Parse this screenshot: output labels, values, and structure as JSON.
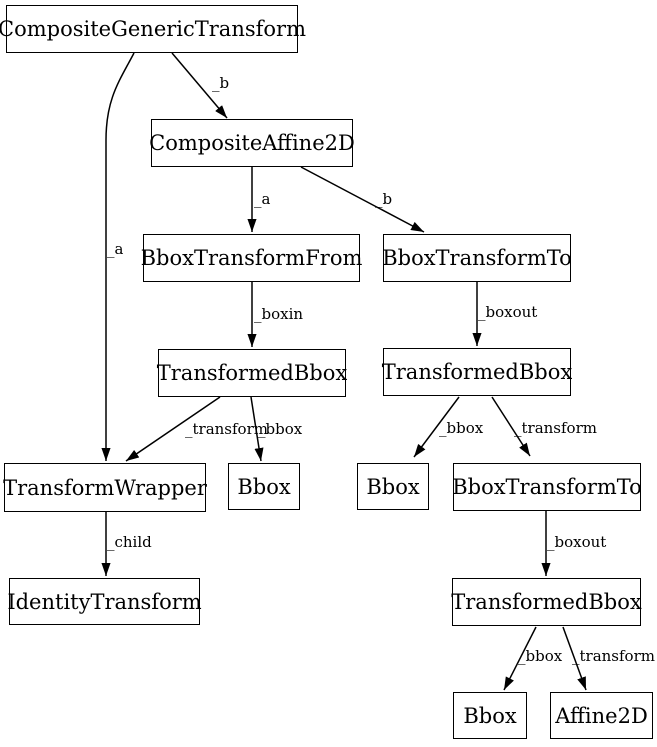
{
  "diagram": {
    "type": "directed-graph",
    "background_color": "#ffffff",
    "stroke_color": "#000000",
    "text_color": "#000000",
    "nodes": [
      {
        "label": "CompositeGenericTransform"
      },
      {
        "label": "CompositeAffine2D"
      },
      {
        "label": "BboxTransformFrom"
      },
      {
        "label": "BboxTransformTo"
      },
      {
        "label": "TransformedBbox"
      },
      {
        "label": "TransformedBbox"
      },
      {
        "label": "TransformWrapper"
      },
      {
        "label": "Bbox"
      },
      {
        "label": "Bbox"
      },
      {
        "label": "BboxTransformTo"
      },
      {
        "label": "IdentityTransform"
      },
      {
        "label": "TransformedBbox"
      },
      {
        "label": "Bbox"
      },
      {
        "label": "Affine2D"
      }
    ],
    "edges": [
      {
        "from": 0,
        "to": 1,
        "label": "_b"
      },
      {
        "from": 0,
        "to": 6,
        "label": "_a"
      },
      {
        "from": 1,
        "to": 2,
        "label": "_a"
      },
      {
        "from": 1,
        "to": 3,
        "label": "_b"
      },
      {
        "from": 2,
        "to": 4,
        "label": "_boxin"
      },
      {
        "from": 3,
        "to": 5,
        "label": "_boxout"
      },
      {
        "from": 4,
        "to": 6,
        "label": "_transform"
      },
      {
        "from": 4,
        "to": 7,
        "label": "_bbox"
      },
      {
        "from": 5,
        "to": 8,
        "label": "_bbox"
      },
      {
        "from": 5,
        "to": 9,
        "label": "_transform"
      },
      {
        "from": 6,
        "to": 10,
        "label": "_child"
      },
      {
        "from": 9,
        "to": 11,
        "label": "_boxout"
      },
      {
        "from": 11,
        "to": 12,
        "label": "_bbox"
      },
      {
        "from": 11,
        "to": 13,
        "label": "_transform"
      }
    ]
  }
}
